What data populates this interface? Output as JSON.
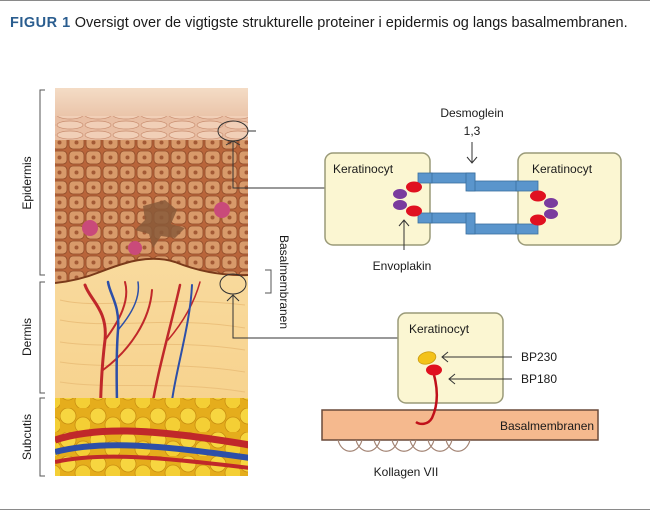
{
  "caption": {
    "figure_label": "FIGUR 1",
    "text": " Oversigt over de vigtigste strukturelle proteiner i epidermis og langs basalmembranen."
  },
  "layers": {
    "epidermis": "Epidermis",
    "dermis": "Dermis",
    "subcutis": "Subcutis"
  },
  "labels": {
    "basalmembranen_vertical": "Basalmembranen",
    "desmoglein_line1": "Desmoglein",
    "desmoglein_line2": "1,3",
    "keratinocyt_left": "Keratinocyt",
    "keratinocyt_right": "Keratinocyt",
    "keratinocyt_bottom": "Keratinocyt",
    "envoplakin": "Envoplakin",
    "bp230": "BP230",
    "bp180": "BP180",
    "basalmembranen_bar": "Basalmembranen",
    "kollagen": "Kollagen VII"
  },
  "colors": {
    "cell_fill": "#fbf6d2",
    "desmosome_blue": "#5a95cc",
    "protein_red": "#e01020",
    "protein_purple": "#7a3b9e",
    "bp230_yellow": "#f3c21a",
    "membrane_orange": "#f5b98e"
  }
}
